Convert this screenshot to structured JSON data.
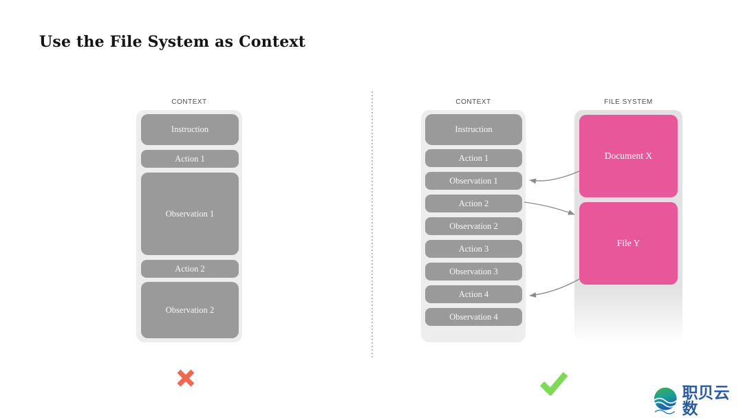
{
  "title": "Use the File System as Context",
  "left": {
    "label": "CONTEXT",
    "items": [
      "Instruction",
      "Action 1",
      "Observation 1",
      "Action 2",
      "Observation 2"
    ],
    "verdict_icon": "x-mark-icon"
  },
  "right": {
    "label": "CONTEXT",
    "items": [
      "Instruction",
      "Action 1",
      "Observation 1",
      "Action 2",
      "Observation 2",
      "Action 3",
      "Observation 3",
      "Action 4",
      "Observation 4"
    ],
    "verdict_icon": "check-mark-icon"
  },
  "file_system": {
    "label": "FILE SYSTEM",
    "items": [
      "Document X",
      "File Y"
    ]
  },
  "arrows": [
    {
      "from": "Document X",
      "to": "Observation 1"
    },
    {
      "from": "Action 2",
      "to": "File Y"
    },
    {
      "from": "File Y",
      "to": "Action 4"
    }
  ],
  "logo": {
    "text": "职贝云数"
  },
  "colors": {
    "box_gray": "#9a9a9a",
    "panel_gray": "#ededed",
    "pink": "#e7579a",
    "x_red": "#ec6a52",
    "check_green": "#7ed957",
    "arrow_gray": "#8a8a8a",
    "logo_blue": "#2a5c9e"
  }
}
